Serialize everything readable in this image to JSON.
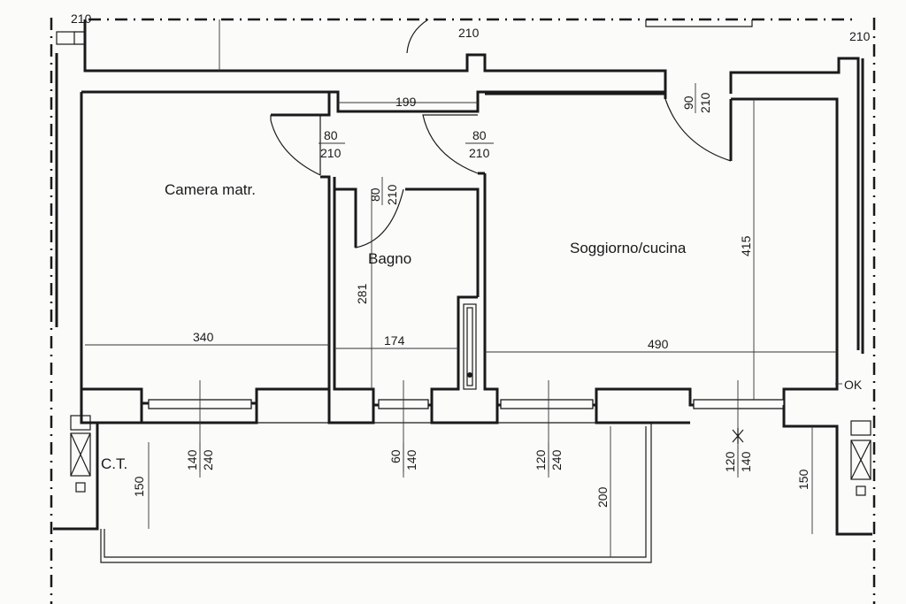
{
  "rooms": {
    "bedroom": "Camera matr.",
    "bathroom": "Bagno",
    "living": "Soggiorno/cucina",
    "ct": "C.T."
  },
  "dims": {
    "top_left": "210",
    "top_center": "210",
    "top_right": "210",
    "corridor": "199",
    "bedroom_width": "340",
    "bath_width": "174",
    "living_width": "490",
    "bath_height": "281",
    "living_height": "415",
    "ct_depth": "150",
    "balcony_depth": "200",
    "right_depth": "150",
    "ok_label": "OK"
  },
  "doors": {
    "bedroom": {
      "width": "80",
      "height": "210"
    },
    "living": {
      "width": "80",
      "height": "210"
    },
    "bath": {
      "width": "80",
      "height": "210"
    },
    "entry": {
      "width": "90",
      "height": "210"
    }
  },
  "windows": {
    "w1": {
      "width": "140",
      "height": "240"
    },
    "w2": {
      "width": "60",
      "height": "140"
    },
    "w3": {
      "width": "120",
      "height": "240"
    },
    "w4": {
      "width": "120",
      "height": "140"
    }
  }
}
